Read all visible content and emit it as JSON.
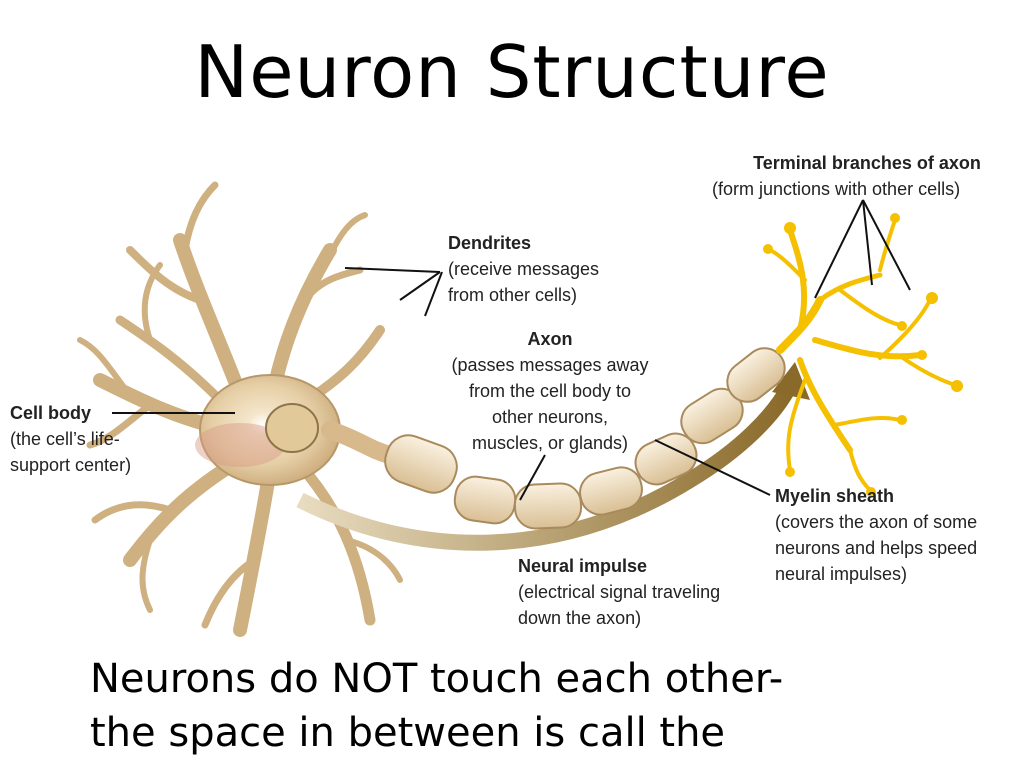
{
  "slide": {
    "title": "Neuron Structure",
    "caption": "Neurons do NOT touch each other-\nthe space in between is call the"
  },
  "labels": {
    "terminal_branches": {
      "head": "Terminal branches of axon",
      "body": "(form junctions with other cells)"
    },
    "dendrites": {
      "head": "Dendrites",
      "body": "(receive messages\nfrom other cells)"
    },
    "axon": {
      "head": "Axon",
      "body": "(passes messages away\nfrom the cell body to\nother neurons,\nmuscles, or glands)"
    },
    "cell_body": {
      "head": "Cell body",
      "body": "(the cell’s life-\nsupport center)"
    },
    "myelin_sheath": {
      "head": "Myelin sheath",
      "body": "(covers the axon of some\nneurons and helps speed\nneural impulses)"
    },
    "neural_impulse": {
      "head": "Neural impulse",
      "body": "(electrical signal traveling\ndown the axon)"
    }
  },
  "colors": {
    "cell": "#e9d4b0",
    "cell_outline": "#b89868",
    "cell_core": "#d89a86",
    "myelin": "#f1e1c4",
    "terminal": "#f5c000",
    "impulse_arrow": "#9a7c3c",
    "leader_line": "#111111"
  }
}
